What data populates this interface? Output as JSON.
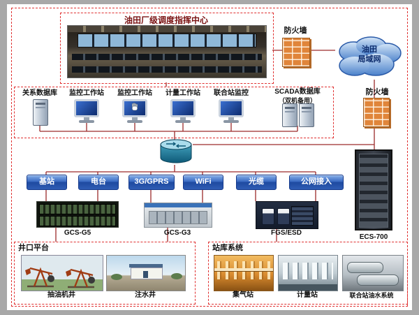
{
  "diagram": {
    "control_center": {
      "title": "油田厂级调度指挥中心"
    },
    "firewall_top": {
      "label": "防火墙"
    },
    "cloud": {
      "line1": "油田",
      "line2": "局域网"
    },
    "firewall_right": {
      "label": "防火墙"
    },
    "workstations": {
      "items": [
        {
          "label": "关系数据库"
        },
        {
          "label": "监控工作站"
        },
        {
          "label": "监控工作站"
        },
        {
          "label": "计量工作站"
        },
        {
          "label": "联合站监控"
        },
        {
          "label": "SCADA数据库",
          "sublabel": "（双机备用）"
        }
      ]
    },
    "comm_links": {
      "items": [
        {
          "label": "基站"
        },
        {
          "label": "电台"
        },
        {
          "label": "3G/GPRS"
        },
        {
          "label": "WiFi"
        },
        {
          "label": "光缆"
        },
        {
          "label": "公网接入"
        }
      ]
    },
    "devices": {
      "items": [
        {
          "label": "GCS-G5"
        },
        {
          "label": "GCS-G3"
        },
        {
          "label": "FGS/ESD"
        },
        {
          "label": "ECS-700"
        }
      ]
    },
    "wellhead": {
      "title": "井口平台",
      "items": [
        {
          "label": "抽油机井"
        },
        {
          "label": "注水井"
        }
      ]
    },
    "station": {
      "title": "站库系统",
      "items": [
        {
          "label": "集气站"
        },
        {
          "label": "计量站"
        },
        {
          "label": "联合站油水系统"
        }
      ]
    }
  },
  "colors": {
    "dashed_border_red": "#e03030",
    "line_maroon": "#9c2b2b",
    "button_blue": "#2f5cb4",
    "firewall_orange": "#e0853a",
    "cloud_blue": "#4f84cc"
  }
}
